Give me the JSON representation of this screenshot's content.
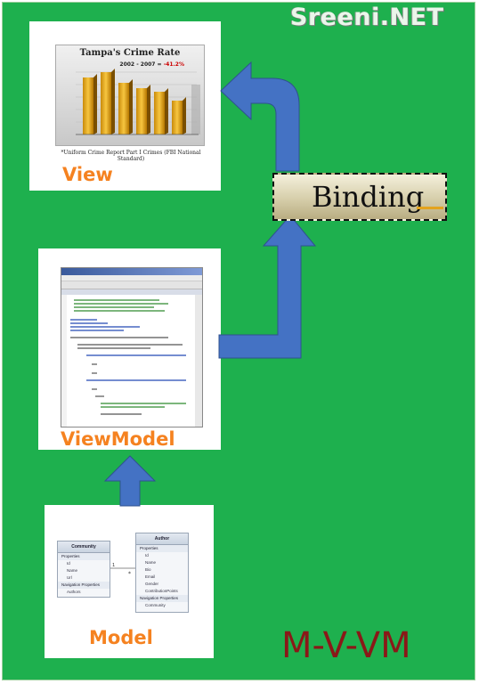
{
  "watermark": "Sreeni.NET",
  "diagram_title": "M-V-VM",
  "binding_label": "Binding",
  "view": {
    "label": "View",
    "thumbnail": {
      "title": "Tampa's Crime Rate",
      "subtitle_period": "2002 - 2007 =",
      "subtitle_change": "-41.2%",
      "caption": "*Uniform Crime Report Part I Crimes (FBI National Standard)"
    }
  },
  "viewmodel": {
    "label": "ViewModel"
  },
  "model": {
    "label": "Model",
    "entities": [
      {
        "name": "Community",
        "sections": [
          {
            "title": "Properties",
            "rows": [
              "Id",
              "Name",
              "Url"
            ]
          },
          {
            "title": "Navigation Properties",
            "rows": [
              "Authors"
            ]
          }
        ]
      },
      {
        "name": "Author",
        "sections": [
          {
            "title": "Properties",
            "rows": [
              "Id",
              "Name",
              "Bio",
              "Email",
              "Gender",
              "ContributionPoints"
            ]
          },
          {
            "title": "Navigation Properties",
            "rows": [
              "Community"
            ]
          }
        ]
      }
    ],
    "relationship": {
      "left": "1",
      "right": "*"
    }
  },
  "colors": {
    "background": "#1eb04e",
    "arrow": "#4472c4",
    "label": "#f58220",
    "title": "#8a1818"
  }
}
